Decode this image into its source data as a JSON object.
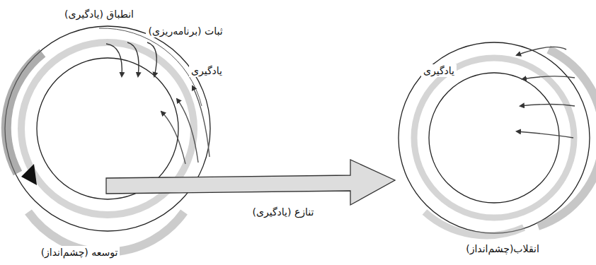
{
  "diagram": {
    "labels": [
      "انطباق (یادگیری)",
      "ثبات (برنامه‌ریزی)",
      "یادگیری",
      "تنازع (یادگیری)",
      "توسعه (چشم‌انداز)",
      "یادگیری",
      "انقلاب(چشم‌انداز)"
    ]
  }
}
